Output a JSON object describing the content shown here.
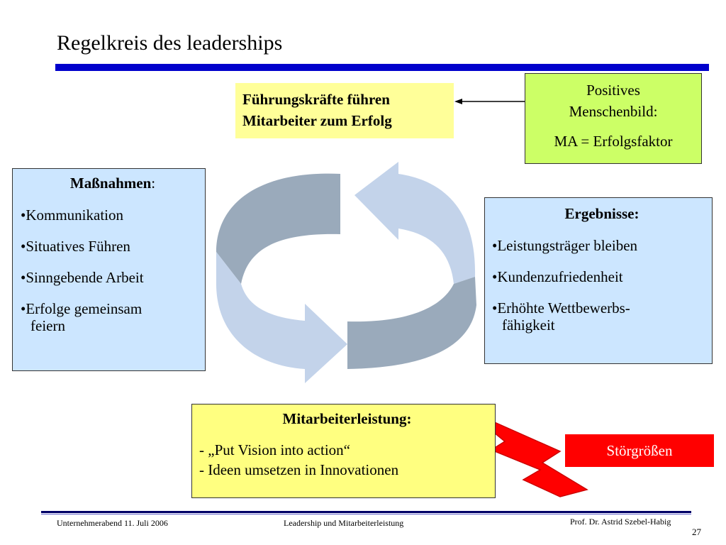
{
  "slide": {
    "title": "Regelkreis des leaderships"
  },
  "goal_box": {
    "line1": "Führungskräfte führen",
    "line2": "Mitarbeiter zum Erfolg"
  },
  "menschenbild_box": {
    "line1": "Positives",
    "line2": "Menschenbild:",
    "line3": "MA = Erfolgsfaktor"
  },
  "massnahmen_box": {
    "heading": "Maßnahmen",
    "heading_suffix": ":",
    "items": [
      "•Kommunikation",
      "•Situatives Führen",
      "•Sinngebende Arbeit",
      "•Erfolge gemeinsam"
    ],
    "item4_cont": "feiern"
  },
  "ergebnisse_box": {
    "heading": "Ergebnisse:",
    "items": [
      "•Leistungsträger bleiben",
      "•Kundenzufriedenheit",
      "•Erhöhte Wettbewerbs-"
    ],
    "item3_cont": "fähigkeit"
  },
  "leistung_box": {
    "heading": "Mitarbeiterleistung:",
    "line1": "- „Put Vision into action“",
    "line2": "-  Ideen umsetzen in Innovationen"
  },
  "stoer_box": {
    "label": "Störgrößen"
  },
  "footer": {
    "left": "Unternehmerabend 11. Juli  2006",
    "center": "Leadership und Mitarbeiterleistung",
    "right": "Prof. Dr. Astrid Szebel-Habig",
    "page": "27"
  },
  "colors": {
    "title_bar": "#0000cc",
    "goal_box": "#ffff99",
    "menschenbild_box": "#ccff66",
    "info_boxes": "#cce6ff",
    "leistung_box": "#ffff80",
    "stoer_box": "#ff0000",
    "cycle_dark": "#9aaabb",
    "cycle_light": "#c3d3ea",
    "lightning": "#ff0000"
  }
}
